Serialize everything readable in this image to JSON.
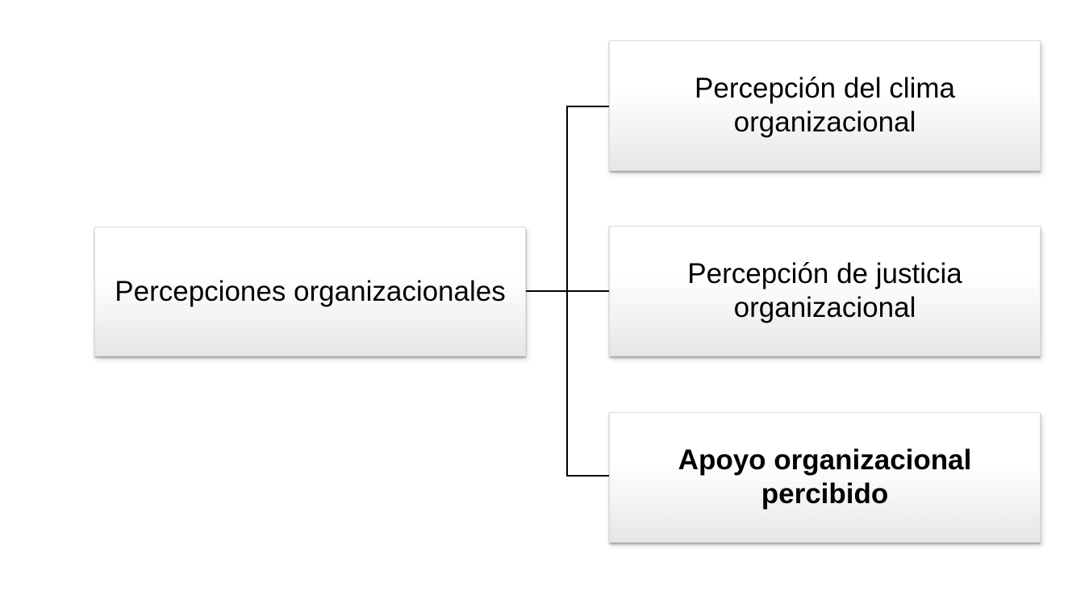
{
  "diagram": {
    "type": "hierarchy",
    "background": "#ffffff",
    "root": {
      "label": "Percepciones organizacionales",
      "emphasis": "normal"
    },
    "children": [
      {
        "label": "Percepción del clima organizacional",
        "emphasis": "normal"
      },
      {
        "label": "Percepción de justicia organizacional",
        "emphasis": "normal"
      },
      {
        "label": "Apoyo organizacional percibido",
        "emphasis": "bold"
      }
    ],
    "colors": {
      "text": "#000000",
      "connector": "#000000",
      "box_fill_top": "#ffffff",
      "box_fill_bottom": "#e6e6e6",
      "box_border": "#dcdcdc",
      "box_shadow": "rgba(0,0,0,0.3)"
    }
  }
}
